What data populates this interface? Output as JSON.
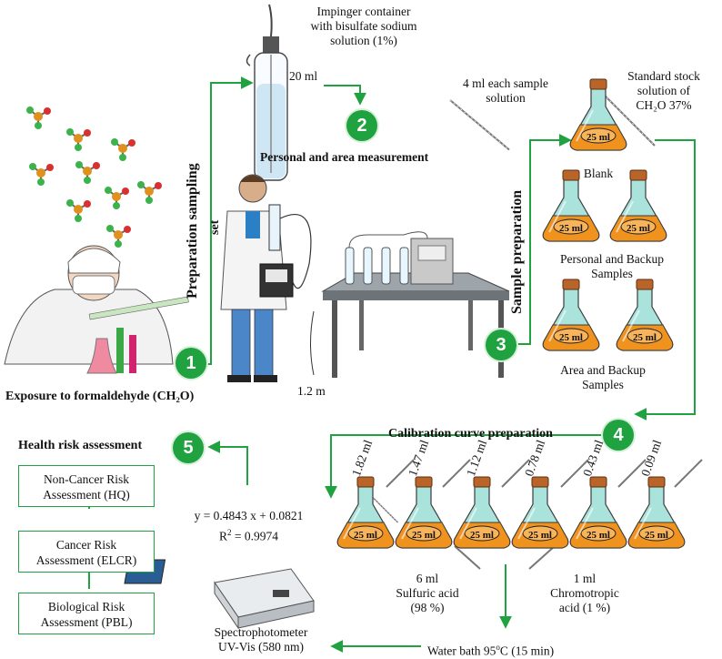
{
  "impinger": {
    "title_line1": "Impinger container",
    "title_line2": "with bisulfate sodium",
    "title_line3": "solution (1%)",
    "volume": "20 ml"
  },
  "personal_area": "Personal and area measurement",
  "preparation_sampling": "Preparation sampling",
  "set": "set",
  "exposure": "Exposure to formaldehyde (CH₂O)",
  "height": "1.2 m",
  "sample_solution_line1": "4 ml each sample",
  "sample_solution_line2": "solution",
  "standard_line1": "Standard stock",
  "standard_line2": "solution of",
  "standard_line3": "CH₂O 37%",
  "sample_preparation": "Sample preparation",
  "flask_label": "25 ml",
  "blank": "Blank",
  "personal_backup_line1": "Personal and Backup",
  "personal_backup_line2": "Samples",
  "area_backup_line1": "Area and Backup",
  "area_backup_line2": "Samples",
  "calibration": "Calibration curve preparation",
  "calibration_volumes": [
    "1.82 ml",
    "1.47 ml",
    "1.12 ml",
    "0.78 ml",
    "0.43 ml",
    "0.09 ml"
  ],
  "health_risk": "Health risk assessment",
  "boxes": [
    {
      "line1": "Non-Cancer Risk",
      "line2": "Assessment (HQ)"
    },
    {
      "line1": "Cancer Risk",
      "line2": "Assessment (ELCR)"
    },
    {
      "line1": "Biological Risk",
      "line2": "Assessment (PBL)"
    }
  ],
  "equation": "y = 0.4843 x + 0.0821",
  "r2_prefix": "R",
  "r2_exp": "2",
  "r2_value": " = 0.9974",
  "sulfuric_line1": "6 ml",
  "sulfuric_line2": "Sulfuric acid",
  "sulfuric_line3": "(98 %)",
  "chromotropic_line1": "1 ml",
  "chromotropic_line2": "Chromotropic",
  "chromotropic_line3": "acid (1 %)",
  "spectro_line1": "Spectrophotometer",
  "spectro_line2": "UV-Vis (580 nm)",
  "water_bath_prefix": "Water bath 95",
  "water_bath_deg": "o",
  "water_bath_suffix": "C (15 min)",
  "steps": [
    "1",
    "2",
    "3",
    "4",
    "5"
  ],
  "colors": {
    "arrow": "#1fa23f",
    "liquid": "#f0921e",
    "flask_glass": "#8fd8d0",
    "cork": "#b9652a"
  }
}
